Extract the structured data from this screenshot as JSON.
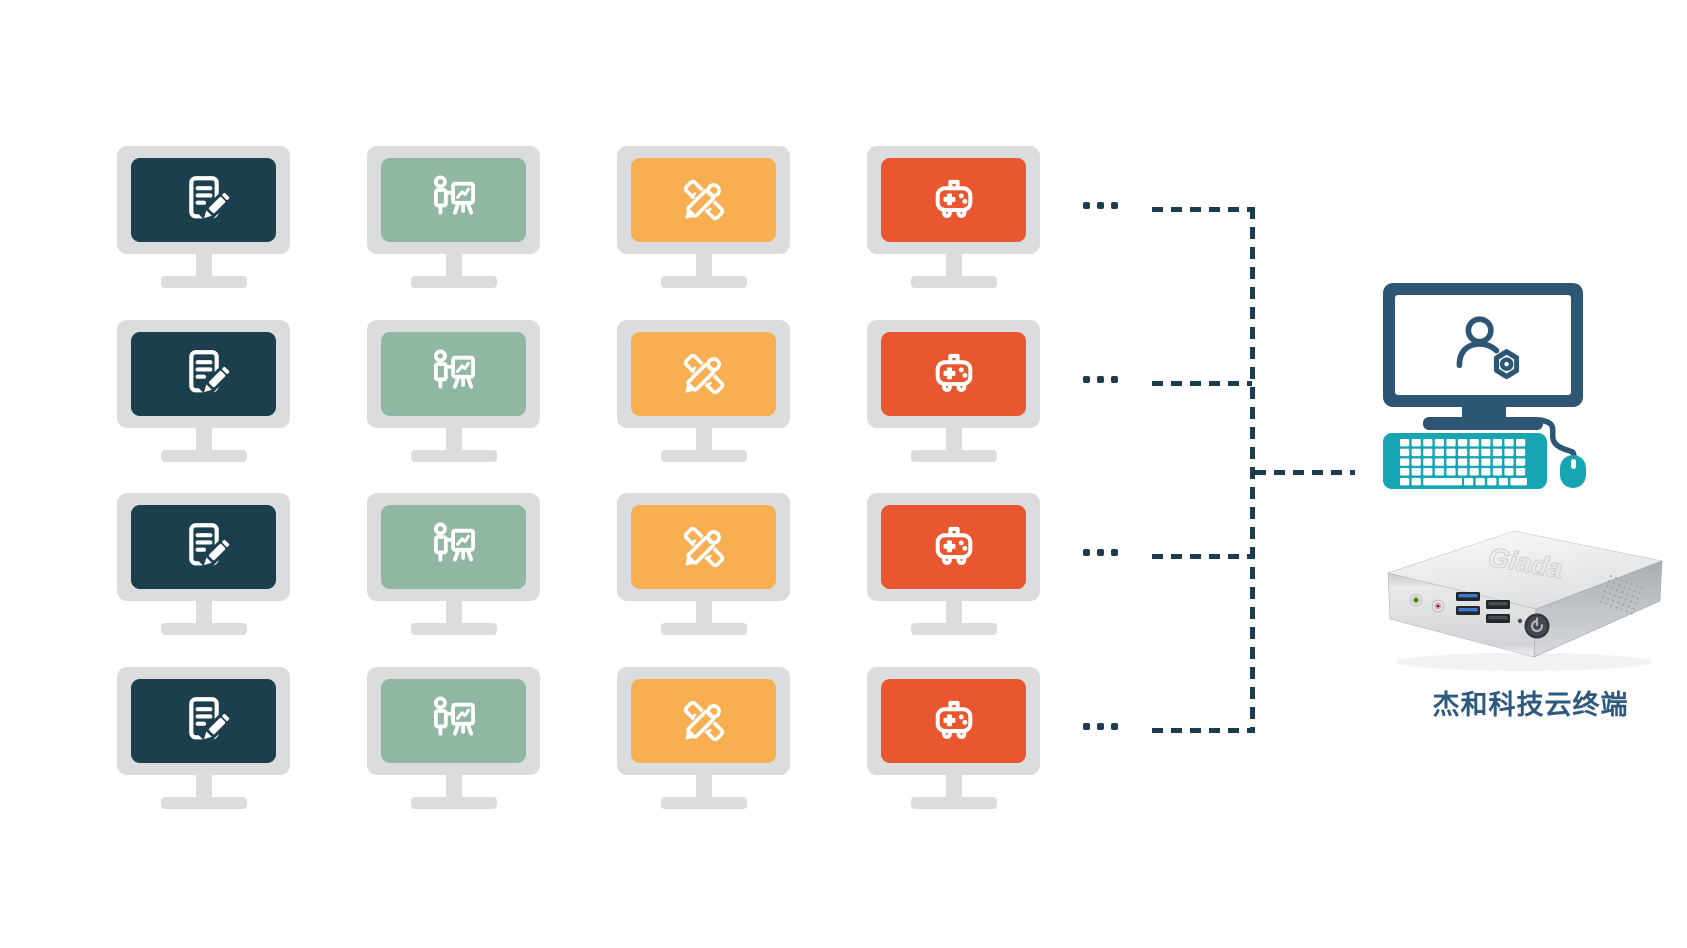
{
  "colors": {
    "navy_screen": "#1C3F4E",
    "green_screen": "#8FB7A2",
    "orange_screen": "#F8AF52",
    "red_screen": "#E95731",
    "bezel_gray": "#DBDCDE",
    "line_navy": "#1D3D4F",
    "terminal_navy": "#2C5673",
    "teal": "#17A5B4",
    "label_navy": "#2D5A7E"
  },
  "workstation_grid": {
    "rows": 4,
    "ellipsis": "...",
    "columns": [
      {
        "icon": "document-edit-icon",
        "screen_color": "#1C3F4E"
      },
      {
        "icon": "presenter-whiteboard-icon",
        "screen_color": "#8FB7A2"
      },
      {
        "icon": "ruler-pencil-icon",
        "screen_color": "#F8AF52"
      },
      {
        "icon": "game-controller-icon",
        "screen_color": "#E95731"
      }
    ]
  },
  "terminal": {
    "screen_icon": "user-settings-icon",
    "device_logo": "Giada",
    "device_label": "杰和科技云终端"
  }
}
